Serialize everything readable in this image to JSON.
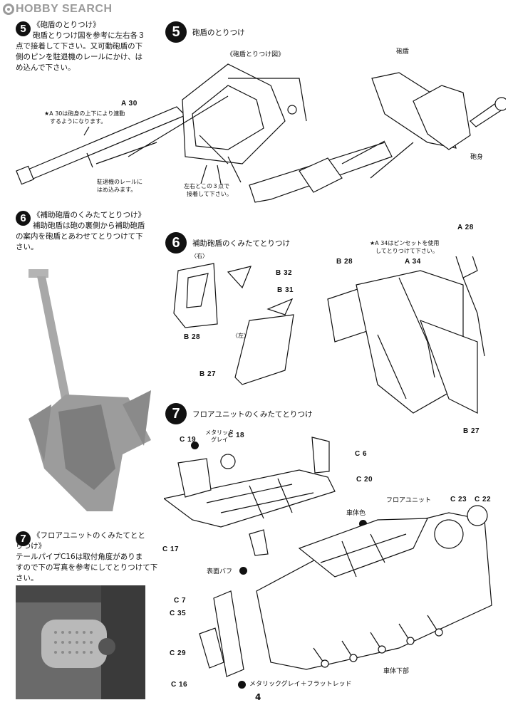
{
  "brand": {
    "name": "HOBBY SEARCH"
  },
  "left": {
    "s5": {
      "num": "5",
      "title": "《砲盾のとりつけ》",
      "text": [
        "砲盾とりつけ図を参考に左右各３",
        "点で接着して下さい。又可動砲盾の下",
        "側のピンを駐退機のレールにかけ、は",
        "め込んで下さい。"
      ]
    },
    "s6": {
      "num": "6",
      "title": "《補助砲盾のくみたてとりつけ》",
      "text": [
        "補助砲盾は砲の裏側から補助砲盾",
        "の案内を砲盾とあわせてとりつけて下",
        "さい。"
      ]
    },
    "s7": {
      "num": "7",
      "title": "《フロアユニットのくみたてとと",
      "text": [
        "りつけ》",
        "テールパイプC16は取付角度がありま",
        "すので下の写真を参考にしてとりつけて下",
        "さい。"
      ]
    }
  },
  "step5": {
    "num": "5",
    "title": "砲盾のとりつけ",
    "subtitle": "《砲盾とりつけ図》",
    "label_a30": "A 30",
    "note_a30": [
      "★A 30は砲身の上下により連動",
      "するようになります。"
    ],
    "note_rail": [
      "駐退機のレールに",
      "はめ込みます。"
    ],
    "note_glue": [
      "左右とこの３点で",
      "接着して下さい。"
    ],
    "label_shield": "砲盾",
    "label_barrel": "砲身"
  },
  "step6": {
    "num": "6",
    "title": "補助砲盾のくみたてとりつけ",
    "right_tag": "〈右〉",
    "left_tag": "〈左〉",
    "b32": "B 32",
    "b31": "B 31",
    "b28": "B 28",
    "b27": "B 27",
    "a28": "A 28",
    "a34": "A 34",
    "note_a34": [
      "★A 34はピンセットを使用",
      "してとりつけて下さい。"
    ]
  },
  "step7": {
    "num": "7",
    "title": "フロアユニットのくみたてとりつけ",
    "c19": "C 19",
    "c18": "C 18",
    "metallic": [
      "メタリック",
      "グレイ"
    ],
    "c6": "C 6",
    "c20": "C 20",
    "c17": "C 17",
    "surface_buff": "表面バフ",
    "body_color": "車体色",
    "floor_unit": "フロアユニット",
    "c23": "C 23",
    "c22": "C 22",
    "c7": "C 7",
    "c35": "C 35",
    "c29": "C 29",
    "c16": "C 16",
    "metal_flat_red": "メタリックグレイ＋フラットレッド",
    "lower_hull": "車体下部"
  },
  "page": {
    "number": "4"
  }
}
